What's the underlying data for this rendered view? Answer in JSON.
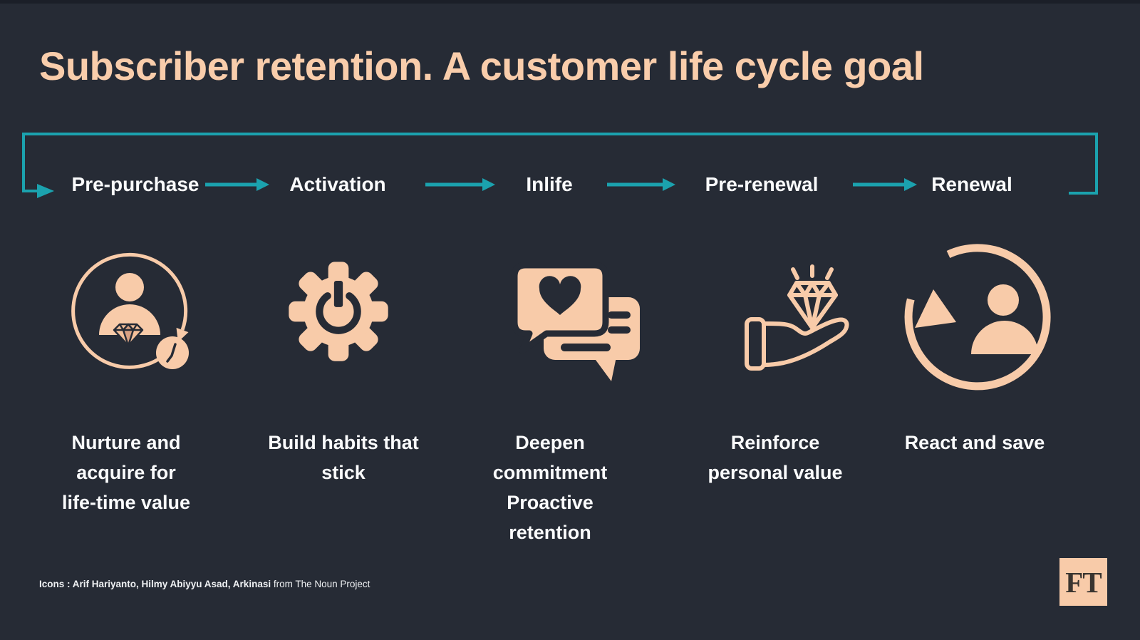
{
  "title": "Subscriber retention. A customer life cycle goal",
  "colors": {
    "background": "#262B35",
    "accent_peach": "#F8CBA9",
    "title_peach": "#F9CDAB",
    "flow_teal": "#1BA2AE",
    "text_white": "#FAFBFC"
  },
  "stages": [
    {
      "label": "Pre-purchase",
      "icon": "lifetime-customer-cycle-icon",
      "description": "Nurture and\nacquire for\nlife-time value"
    },
    {
      "label": "Activation",
      "icon": "power-gear-icon",
      "description": "Build habits that\nstick"
    },
    {
      "label": "Inlife",
      "icon": "chat-heart-icon",
      "description": "Deepen\ncommitment\nProactive\nretention"
    },
    {
      "label": "Pre-renewal",
      "icon": "hand-holding-diamond-icon",
      "description": "Reinforce\npersonal value"
    },
    {
      "label": "Renewal",
      "icon": "person-renewal-cycle-icon",
      "description": "React and save"
    }
  ],
  "footer": {
    "credits_bold": "Icons : Arif Hariyanto,  Hilmy Abiyyu Asad, Arkinasi",
    "credits_regular": " from The Noun Project"
  },
  "logo": {
    "text": "FT"
  }
}
